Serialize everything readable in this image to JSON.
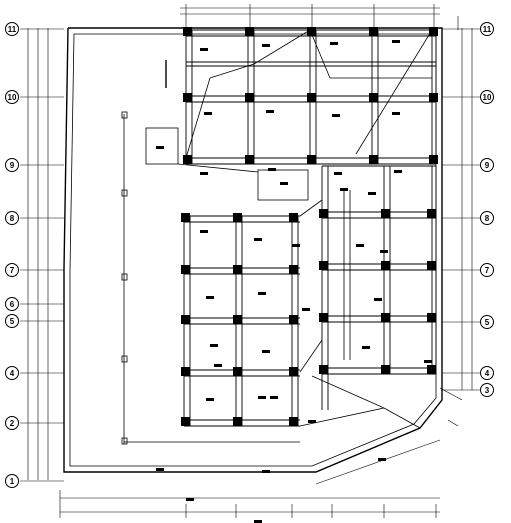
{
  "drawing": {
    "type": "structural floor plan",
    "colors": {
      "line": "#000000",
      "background": "#ffffff"
    }
  },
  "grid_axes": {
    "left": [
      "11",
      "10",
      "9",
      "8",
      "7",
      "6",
      "5",
      "4",
      "2",
      "1"
    ],
    "right": [
      "11",
      "10",
      "9",
      "8",
      "7",
      "5",
      "4",
      "3"
    ]
  }
}
